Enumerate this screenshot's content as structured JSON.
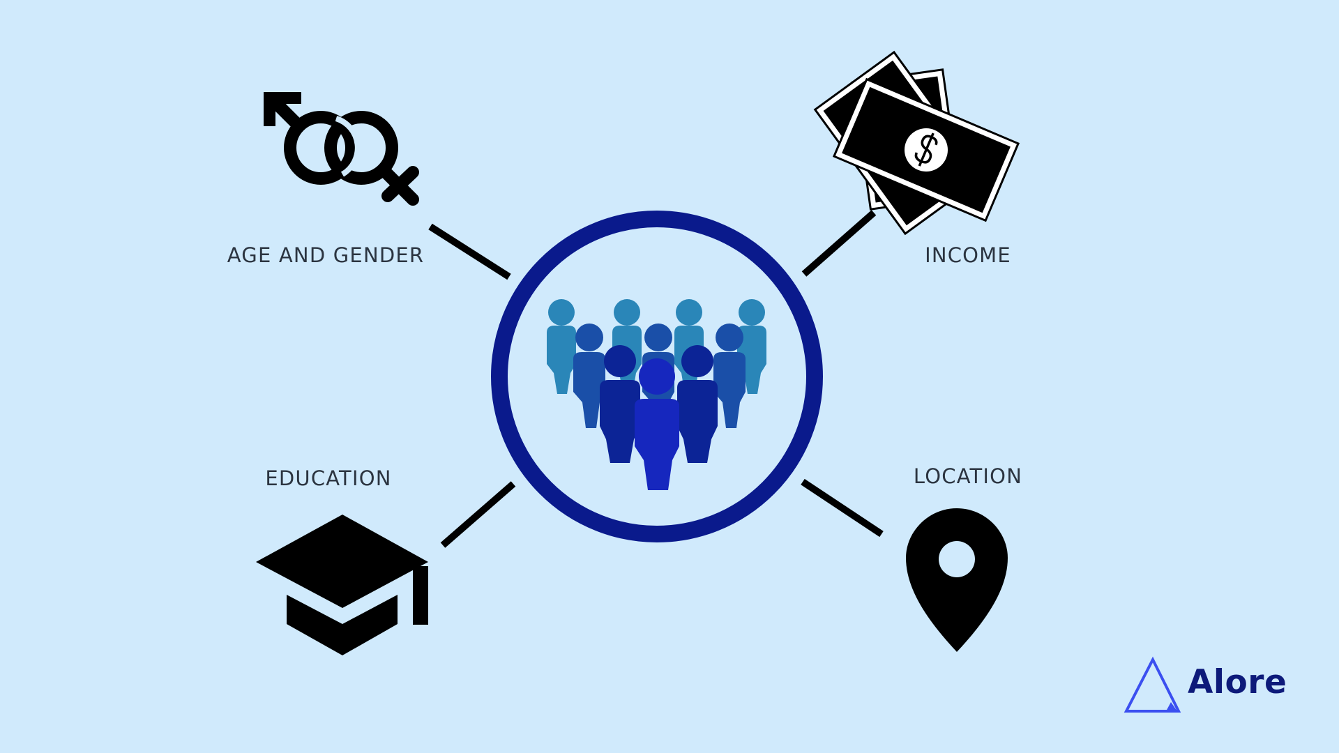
{
  "diagram": {
    "center": {
      "icon": "people-group-icon"
    },
    "nodes": [
      {
        "id": "age",
        "label": "AGE AND GENDER",
        "icon": "gender-symbol-icon"
      },
      {
        "id": "income",
        "label": "INCOME",
        "icon": "money-bills-icon"
      },
      {
        "id": "education",
        "label": "EDUCATION",
        "icon": "graduation-cap-icon"
      },
      {
        "id": "location",
        "label": "LOCATION",
        "icon": "map-pin-icon"
      }
    ]
  },
  "brand": {
    "name": "Alore",
    "icon": "triangle-logo-icon"
  },
  "colors": {
    "background": "#d0eafc",
    "circle": "#0a1a8c",
    "icon": "#000000",
    "label": "#2b3440",
    "brand": "#0d1a7a",
    "logo": "#3b4ff0",
    "people_back": "#2a86b8",
    "people_mid": "#1a4fa8",
    "people_front": "#0c2496",
    "people_center": "#1627be"
  }
}
